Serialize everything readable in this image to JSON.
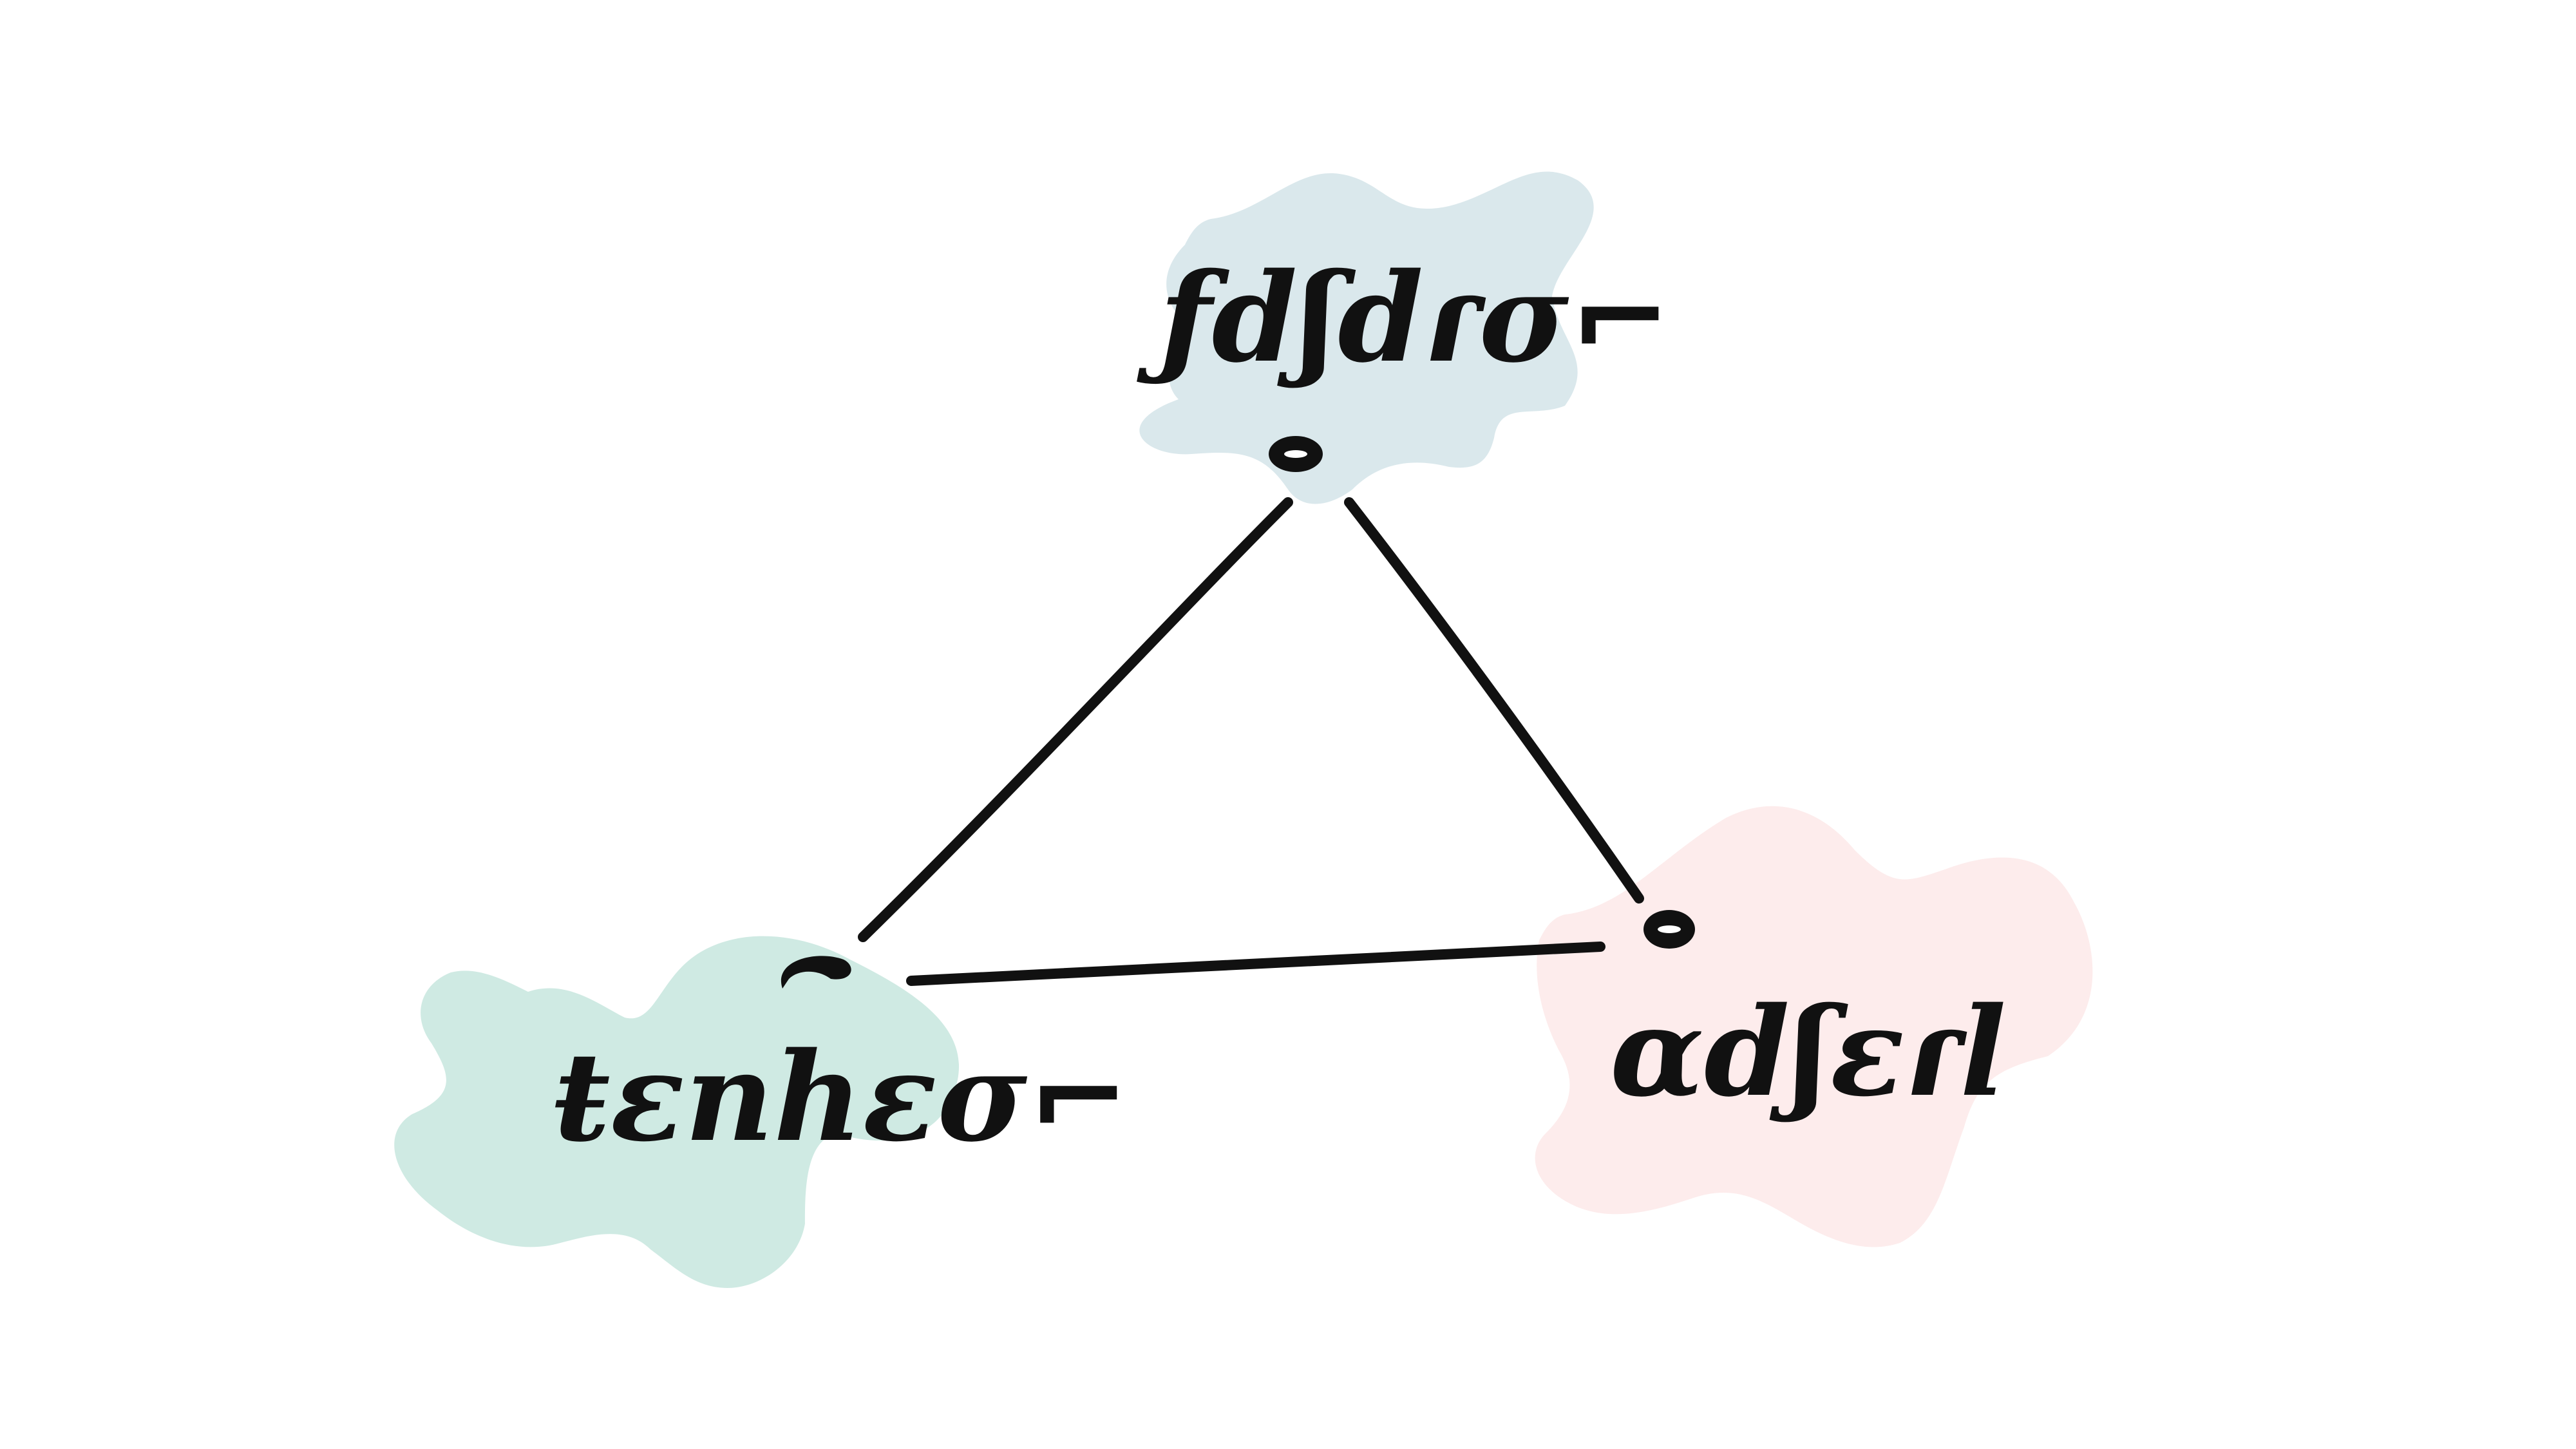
{
  "diagram": {
    "nodes": [
      {
        "id": "top",
        "label": "ƒdʃdɾσ⌐",
        "color": "#dae8ec"
      },
      {
        "id": "left",
        "label": "ŧɛnhɛσ⌐",
        "color": "#cfeae3"
      },
      {
        "id": "right",
        "label": "ɑdʃɛɾl",
        "color": "#fdecec"
      }
    ],
    "edges": [
      {
        "from": "top",
        "to": "left"
      },
      {
        "from": "top",
        "to": "right"
      },
      {
        "from": "left",
        "to": "right"
      }
    ]
  }
}
